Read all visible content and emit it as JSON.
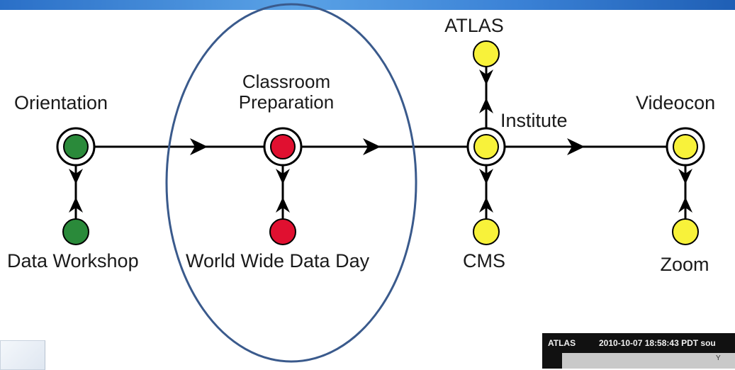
{
  "diagram": {
    "labels": {
      "orientation": "Orientation",
      "data_workshop": "Data Workshop",
      "classroom_preparation": [
        "Classroom",
        "Preparation"
      ],
      "world_wide_data_day": "World Wide Data Day",
      "atlas": "ATLAS",
      "institute": "Institute",
      "cms": "CMS",
      "videocon": "Videocon",
      "zoom": "Zoom"
    },
    "colors": {
      "green": "#2a8a3a",
      "red": "#e01030",
      "yellow": "#f8f23a",
      "ellipse": "#3a5a8c",
      "line": "#000000"
    }
  },
  "atlas_panel": {
    "name": "ATLAS",
    "timestamp": "2010-10-07 18:58:43 PDT sou",
    "axis_label": "Y"
  }
}
